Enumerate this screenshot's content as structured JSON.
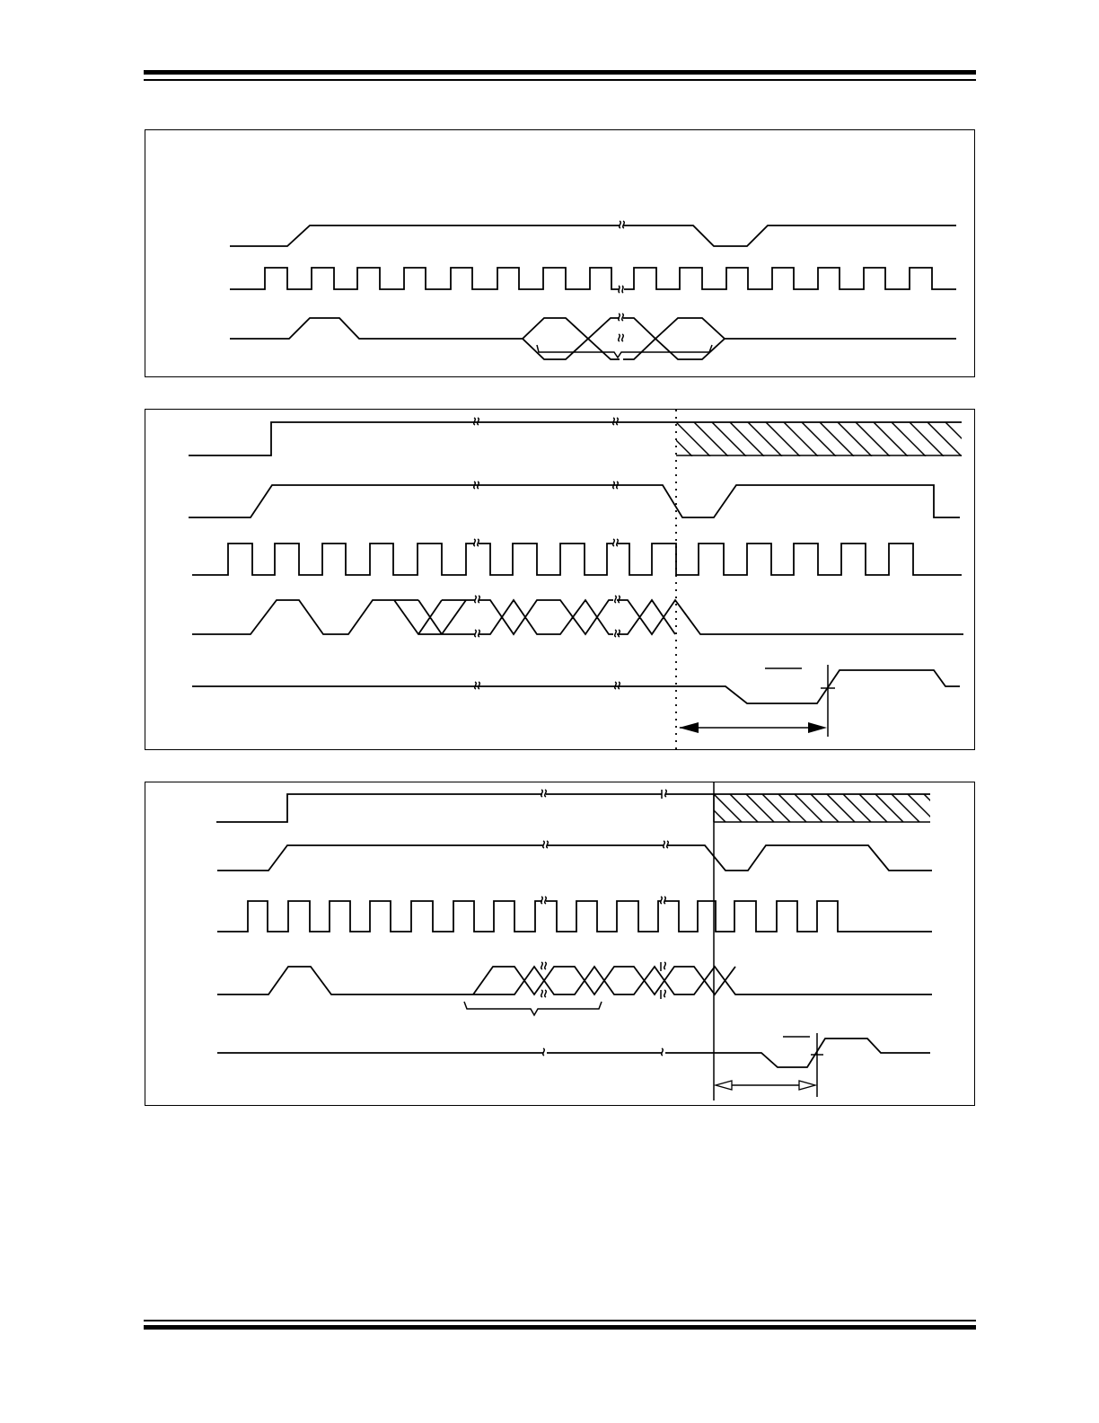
{
  "document": {
    "header_rules": [
      "thick",
      "thin"
    ],
    "footer_rules": [
      "thin",
      "thick"
    ]
  },
  "diagrams": [
    {
      "id": "timing-diagram-1",
      "signals": 3,
      "features": [
        "data-window-brace"
      ]
    },
    {
      "id": "timing-diagram-2",
      "signals": 5,
      "features": [
        "hatched-region",
        "dotted-marker",
        "interval-arrow"
      ]
    },
    {
      "id": "timing-diagram-3",
      "signals": 5,
      "features": [
        "hatched-region",
        "solid-marker",
        "data-window-brace",
        "double-headed-interval-arrow"
      ]
    }
  ],
  "colors": {
    "ink": "#000000",
    "paper": "#ffffff"
  }
}
